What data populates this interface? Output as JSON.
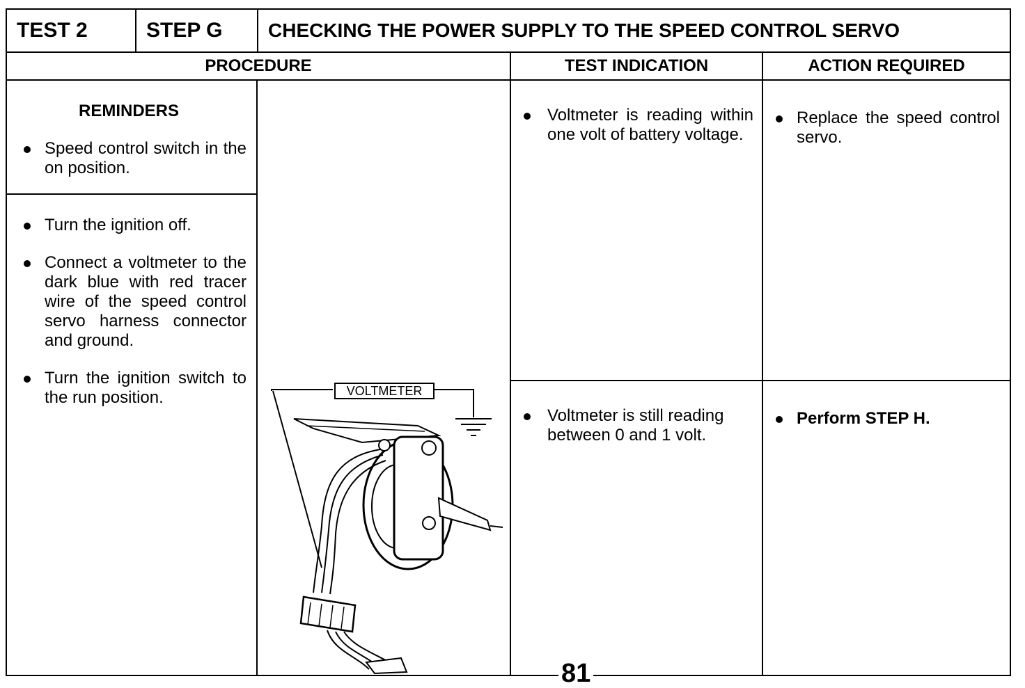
{
  "header": {
    "test": "TEST 2",
    "step": "STEP G",
    "title": "CHECKING THE POWER SUPPLY TO THE SPEED CONTROL SERVO"
  },
  "columns": {
    "procedure": "PROCEDURE",
    "test_indication": "TEST INDICATION",
    "action_required": "ACTION REQUIRED"
  },
  "reminders": {
    "title": "REMINDERS",
    "items": [
      "Speed control switch in the on position."
    ]
  },
  "procedure_steps": [
    "Turn the ignition off.",
    "Connect a voltmeter to the dark blue with red tracer wire of the speed control servo harness connector and ground.",
    "Turn the ignition switch to the run position."
  ],
  "illustration": {
    "label": "VOLTMETER",
    "icon": "servo-voltmeter-diagram"
  },
  "results": [
    {
      "indication": "Voltmeter is reading within one volt of battery voltage.",
      "action": "Replace the speed control servo."
    },
    {
      "indication": "Voltmeter is still reading between 0 and 1 volt.",
      "action": "Perform STEP H."
    }
  ],
  "page_number": "81"
}
